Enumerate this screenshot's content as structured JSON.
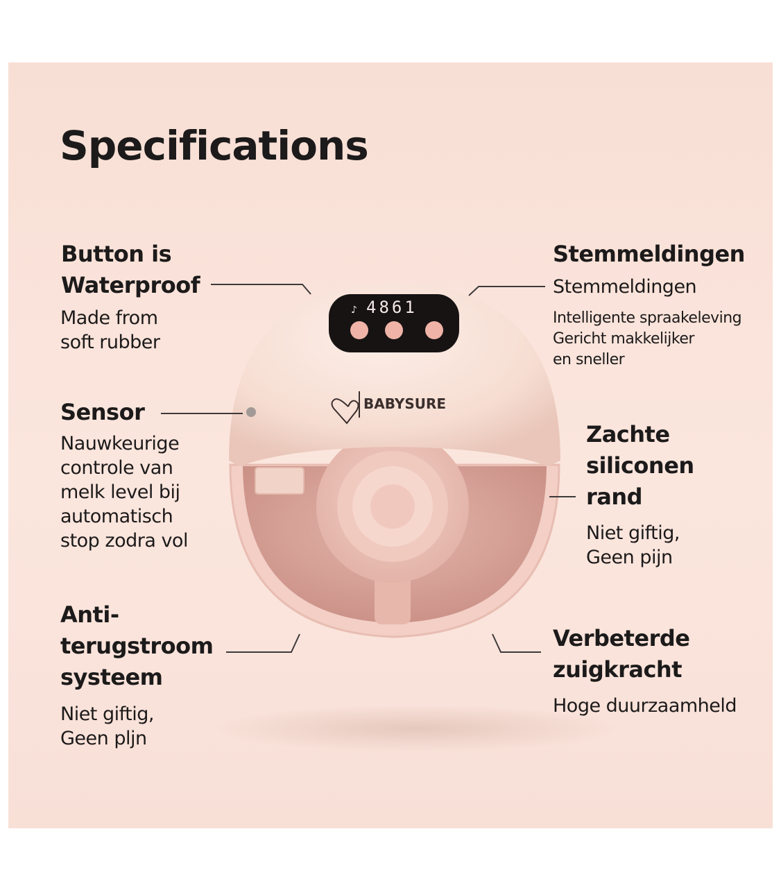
{
  "title": "Specifications",
  "colors": {
    "background": "#f8dfd5",
    "text": "#1c1a1a",
    "device_shell": "#f6ddd3",
    "cup": "#d9a69d"
  },
  "product": {
    "brand": "BABYSURE",
    "display_value": "4861"
  },
  "features": {
    "button": {
      "heading": "Button is\nWaterproof",
      "body": "Made from\nsoft rubber"
    },
    "sensor": {
      "heading": "Sensor",
      "body": "Nauwkeurige\ncontrole van\nmelk level bij\nautomatisch\nstop zodra vol"
    },
    "anti_backflow": {
      "heading": "Anti-\nterugstroom\nsysteem",
      "body": "Niet giftig,\nGeen pljn"
    },
    "voice": {
      "heading": "Stemmeldingen",
      "subheading": "Stemmeldingen",
      "body": "Intelligente spraakeleving\nGericht makkelijker\nen sneller"
    },
    "silicone": {
      "heading": "Zachte\nsiliconen\nrand",
      "body": "Niet giftig,\nGeen pijn"
    },
    "suction": {
      "heading": "Verbeterde\nzuigkracht",
      "body": "Hoge duurzaamheld"
    }
  }
}
